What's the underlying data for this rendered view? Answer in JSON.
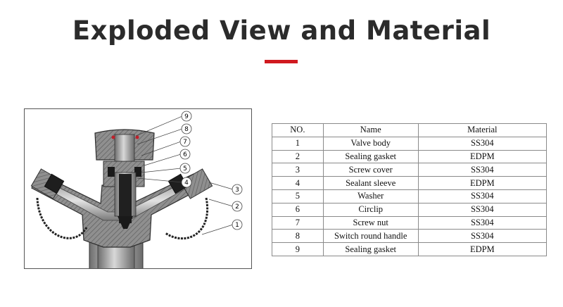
{
  "header": {
    "title": "Exploded View and Material",
    "accent_color": "#d0191f"
  },
  "drawing": {
    "callouts": [
      "9",
      "8",
      "7",
      "6",
      "5",
      "4",
      "3",
      "2",
      "1"
    ]
  },
  "table": {
    "headers": [
      "NO.",
      "Name",
      "Material"
    ],
    "rows": [
      [
        "1",
        "Valve body",
        "SS304"
      ],
      [
        "2",
        "Sealing gasket",
        "EDPM"
      ],
      [
        "3",
        "Screw cover",
        "SS304"
      ],
      [
        "4",
        "Sealant sleeve",
        "EDPM"
      ],
      [
        "5",
        "Washer",
        "SS304"
      ],
      [
        "6",
        "Circlip",
        "SS304"
      ],
      [
        "7",
        "Screw nut",
        "SS304"
      ],
      [
        "8",
        "Switch round handle",
        "SS304"
      ],
      [
        "9",
        "Sealing gasket",
        "EDPM"
      ]
    ]
  }
}
